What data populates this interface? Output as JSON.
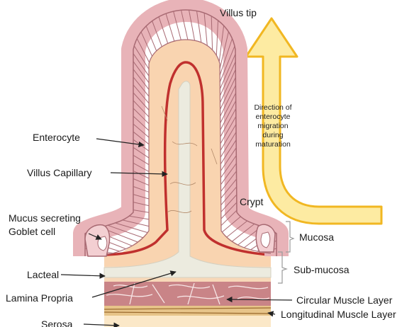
{
  "labels": {
    "villus_tip": "Villus tip",
    "direction_note": "Direction of enterocyte migration during maturation",
    "enterocyte": "Enterocyte",
    "villus_capillary": "Villus Capillary",
    "crypt": "Crypt",
    "goblet_cell": "Mucus secreting Goblet cell",
    "mucosa": "Mucosa",
    "sub_mucosa": "Sub-mucosa",
    "lacteal": "Lacteal",
    "lamina_propria": "Lamina Propria",
    "circular_muscle": "Circular Muscle Layer",
    "longitudinal_muscle": "Longitudinal Muscle Layer",
    "serosa": "Serosa"
  },
  "colors": {
    "cells": "#e8b3b8",
    "cell_border": "#a86a73",
    "lamina": "#f9d4b0",
    "capillary": "#c0302e",
    "lacteal": "#ecebdf",
    "arrow": "#fdeba2",
    "arrow_border": "#f1b722",
    "muscle": "#c98487",
    "longitudinal": "#e7c489"
  }
}
